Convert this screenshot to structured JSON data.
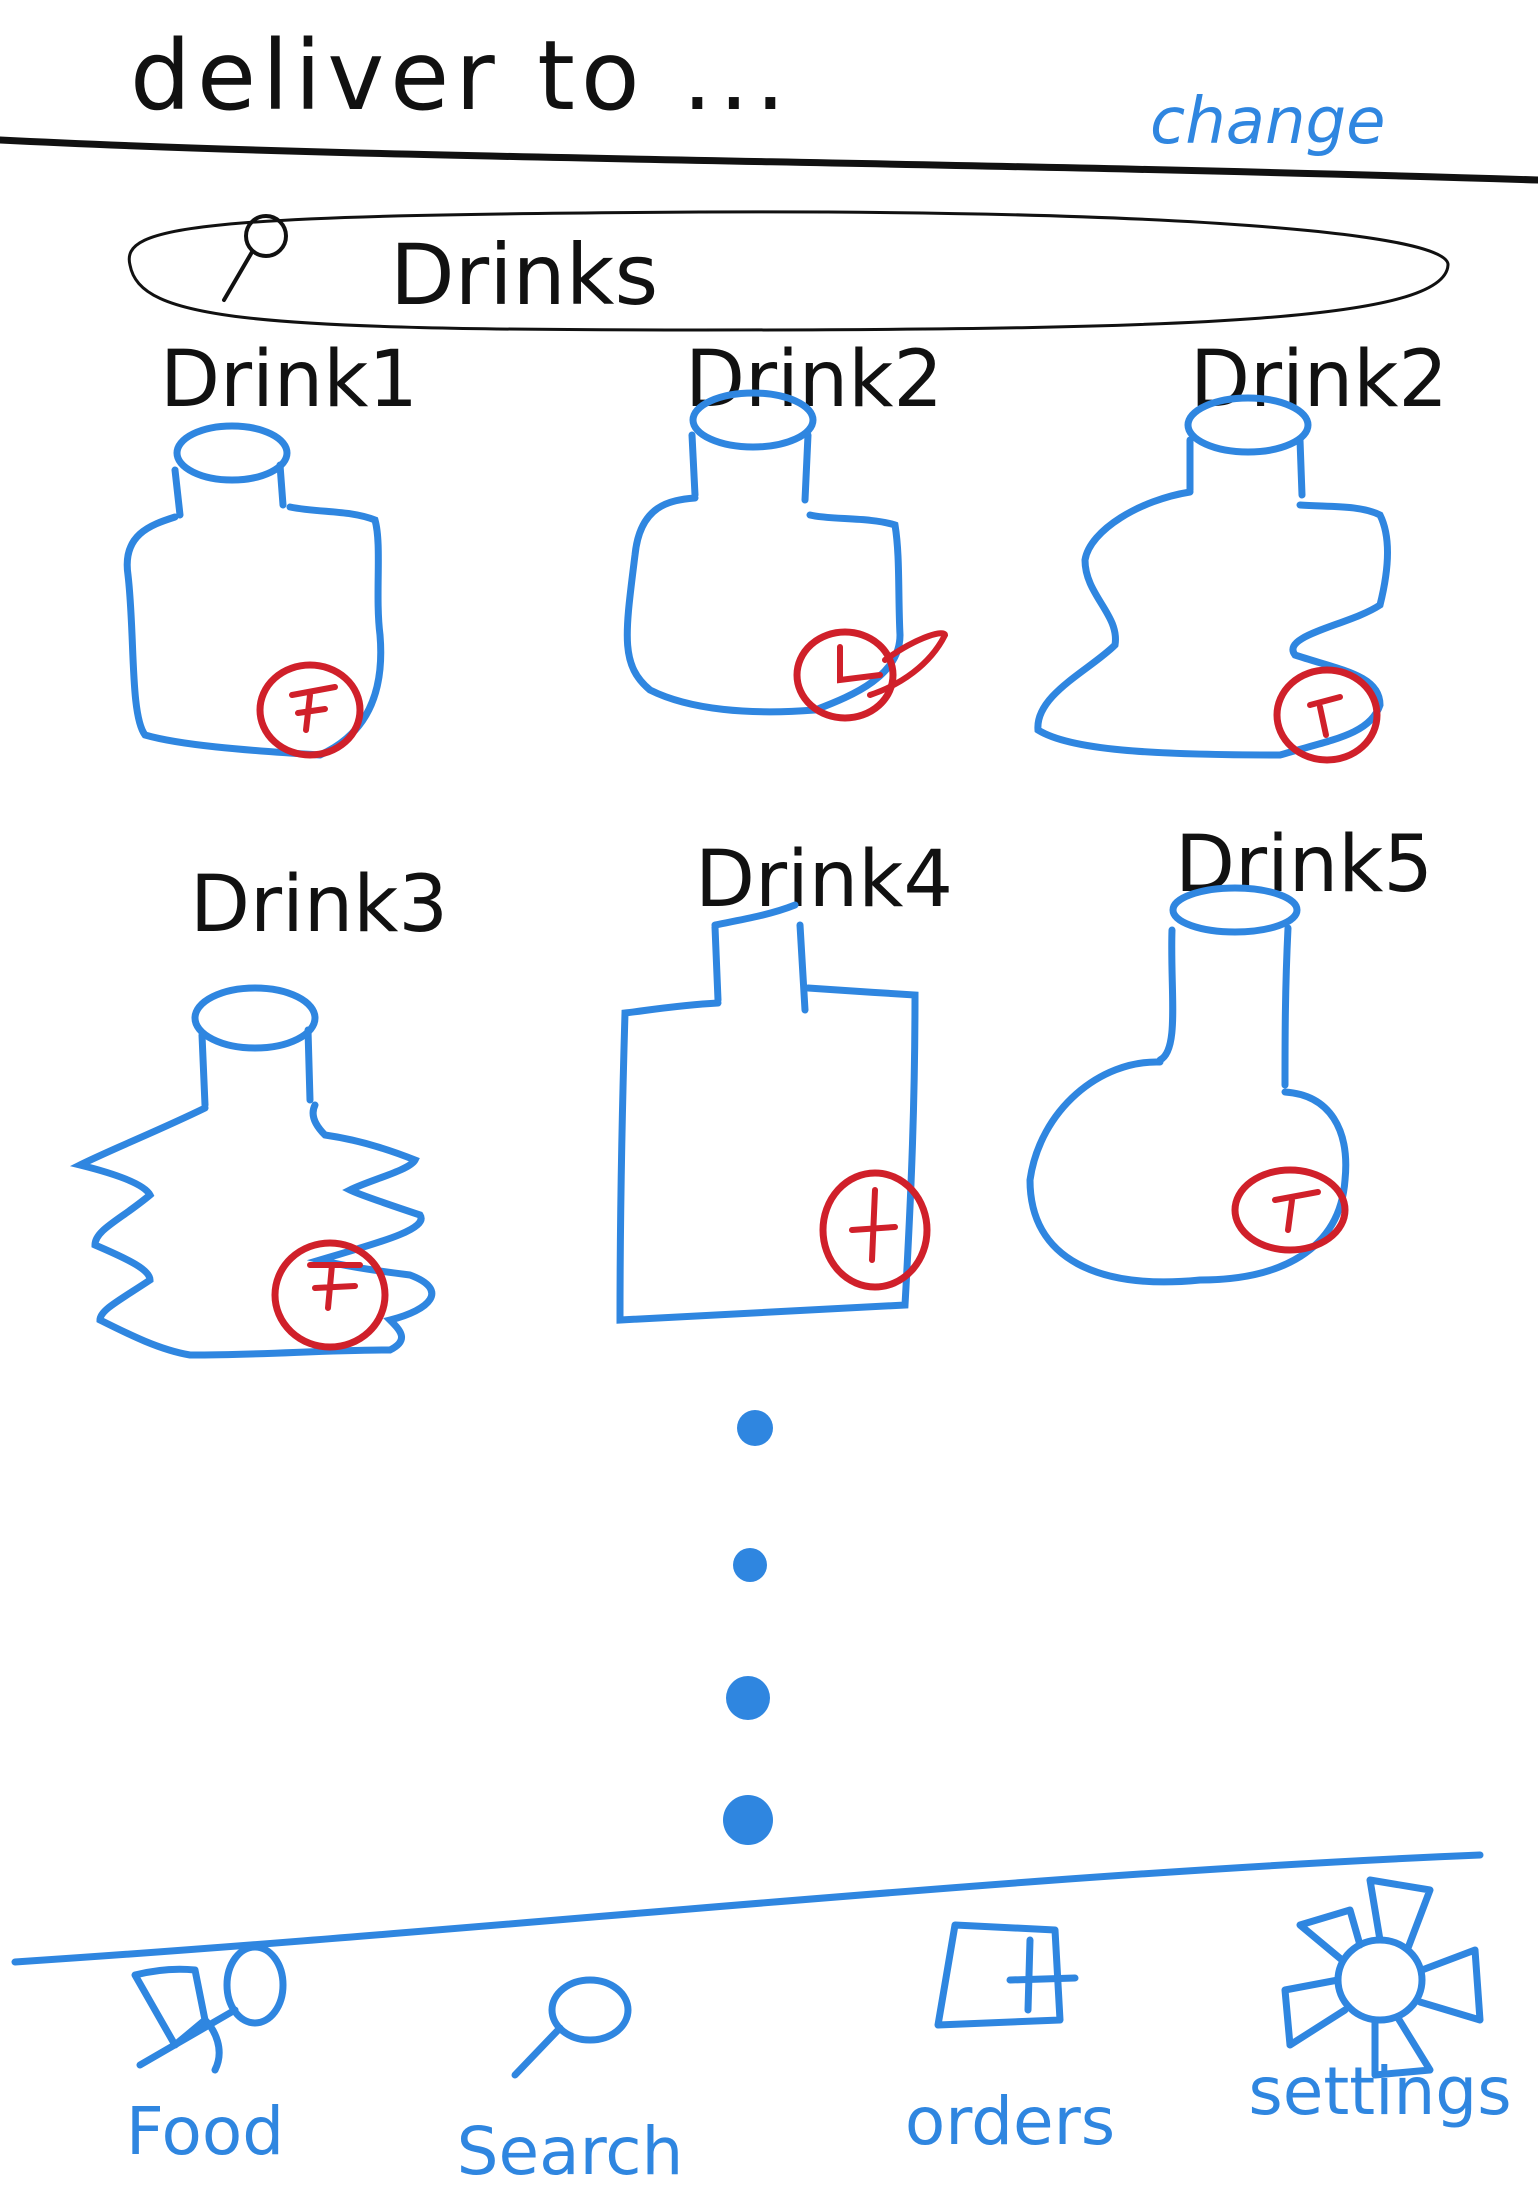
{
  "header": {
    "deliver_label": "deliver to ...",
    "change_label": "change"
  },
  "search": {
    "value": "Drinks",
    "icon": "search-icon"
  },
  "drinks": [
    {
      "name": "Drink1"
    },
    {
      "name": "Drink2"
    },
    {
      "name": "Drink2"
    },
    {
      "name": "Drink3"
    },
    {
      "name": "Drink4"
    },
    {
      "name": "Drink5"
    }
  ],
  "tabs": [
    {
      "label": "Food",
      "icon": "food-icon"
    },
    {
      "label": "Search",
      "icon": "search-icon"
    },
    {
      "label": "orders",
      "icon": "orders-icon"
    },
    {
      "label": "settings",
      "icon": "gear-icon"
    }
  ],
  "colors": {
    "ink": "#111111",
    "accent": "#2f86e0",
    "add": "#d0202a"
  }
}
